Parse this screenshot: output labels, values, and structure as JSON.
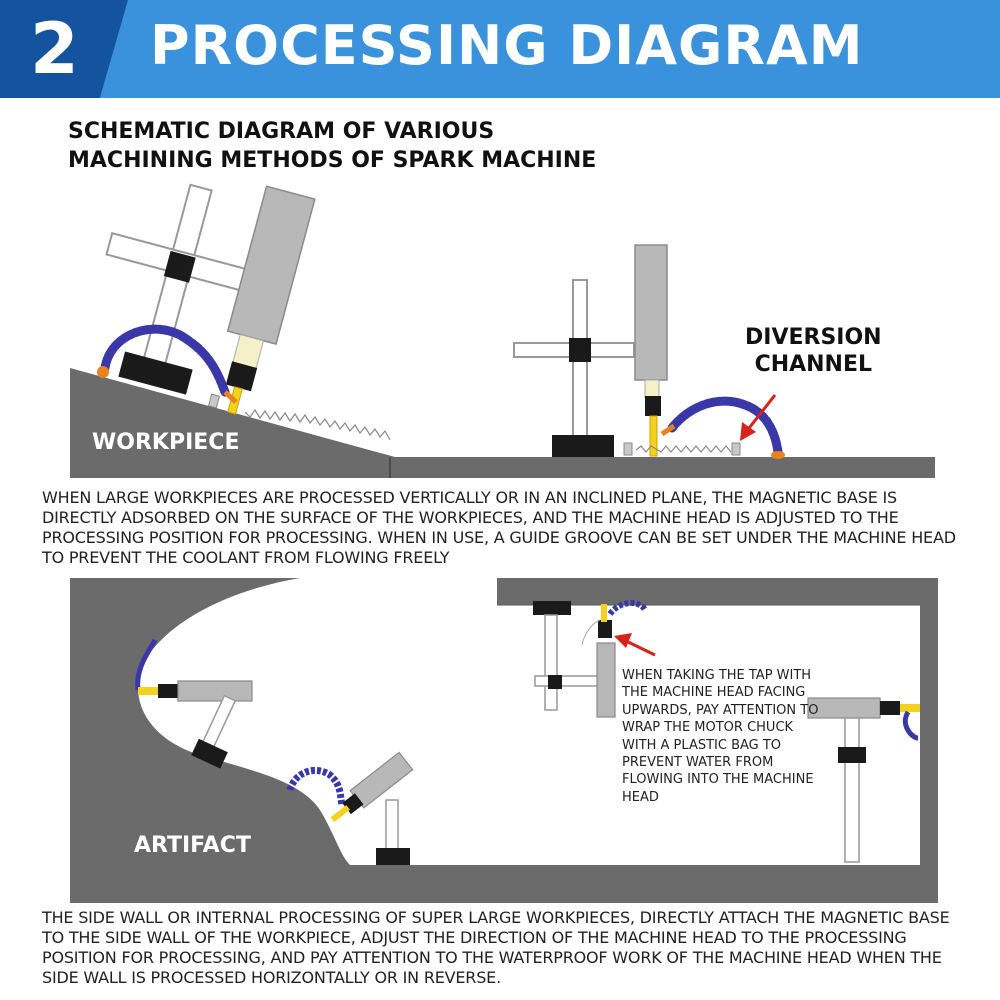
{
  "header": {
    "number": "2",
    "title": "PROCESSING DIAGRAM"
  },
  "subtitle": {
    "line1": "SCHEMATIC DIAGRAM OF VARIOUS",
    "line2": "MACHINING METHODS OF SPARK MACHINE"
  },
  "labels": {
    "workpiece": "WORKPIECE",
    "diversion_line1": "DIVERSION",
    "diversion_line2": "CHANNEL",
    "artifact": "ARTIFACT"
  },
  "paragraph1": "WHEN LARGE WORKPIECES ARE PROCESSED VERTICALLY OR IN AN INCLINED PLANE, THE MAGNETIC BASE IS DIRECTLY ADSORBED ON THE SURFACE OF THE WORKPIECES, AND THE MACHINE HEAD IS ADJUSTED TO THE PROCESSING POSITION FOR PROCESSING. WHEN IN USE, A GUIDE GROOVE CAN BE SET UNDER THE MACHINE HEAD TO PREVENT THE COOLANT FROM FLOWING FREELY",
  "note": "WHEN TAKING THE TAP WITH THE MACHINE HEAD FACING UPWARDS, PAY ATTENTION TO WRAP THE MOTOR CHUCK WITH A PLASTIC BAG TO PREVENT WATER FROM FLOWING INTO THE MACHINE HEAD",
  "paragraph2": "THE SIDE WALL OR INTERNAL PROCESSING OF SUPER LARGE WORKPIECES, DIRECTLY ATTACH THE MAGNETIC BASE TO THE SIDE WALL OF THE WORKPIECE, ADJUST THE DIRECTION OF THE MACHINE HEAD TO THE PROCESSING POSITION FOR PROCESSING, AND PAY ATTENTION TO THE WATERPROOF WORK OF THE MACHINE HEAD WHEN THE SIDE WALL IS PROCESSED HORIZONTALLY OR IN REVERSE.",
  "colors": {
    "header_bg": "#3a91dc",
    "number_bg": "#14549f",
    "workpiece_gray": "#6b6b6b",
    "coolant_hose": "#3a37a8",
    "electrode": "#f2d21a",
    "arrow_red": "#d8231b"
  }
}
